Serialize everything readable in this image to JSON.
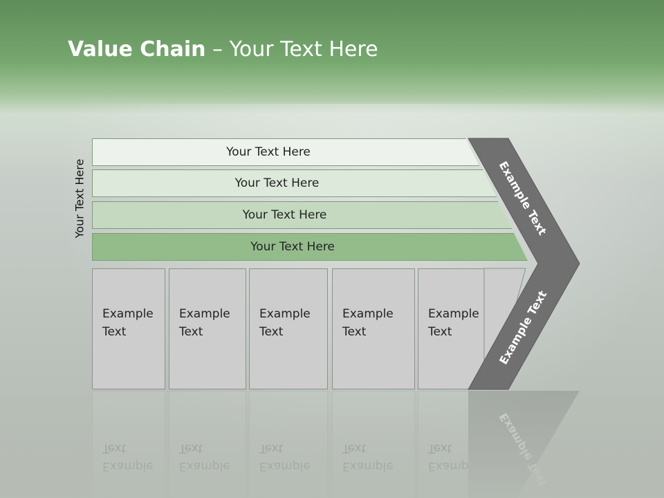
{
  "slide": {
    "title_bold": "Value Chain",
    "title_rest": " – Your Text Here",
    "side_label": "Your Text Here"
  },
  "bands": [
    {
      "label": "Your Text Here"
    },
    {
      "label": "Your Text Here"
    },
    {
      "label": "Your Text Here"
    },
    {
      "label": "Your Text Here"
    }
  ],
  "boxes": [
    {
      "label": "Example Text"
    },
    {
      "label": "Example Text"
    },
    {
      "label": "Example Text"
    },
    {
      "label": "Example Text"
    },
    {
      "label": "Example Text"
    }
  ],
  "chevron": {
    "upper_label": "Example Text",
    "lower_label": "Example Text"
  },
  "colors": {
    "header_green": "#77a86f",
    "band_darkest": "#94bc8b",
    "chevron_gray": "#707070",
    "box_gray": "#cdcdcd"
  }
}
